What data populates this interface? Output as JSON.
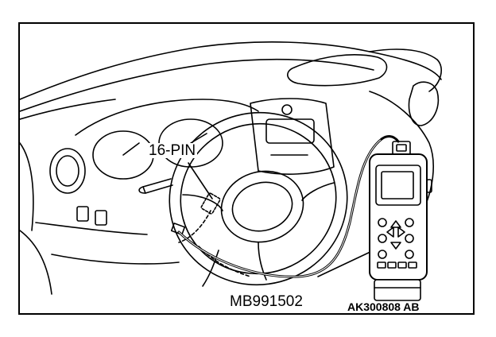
{
  "labels": {
    "connector": "16-PIN",
    "tool": "MB991502",
    "code": "AK300808 AB"
  },
  "colors": {
    "line": "#000000",
    "background": "#ffffff"
  }
}
